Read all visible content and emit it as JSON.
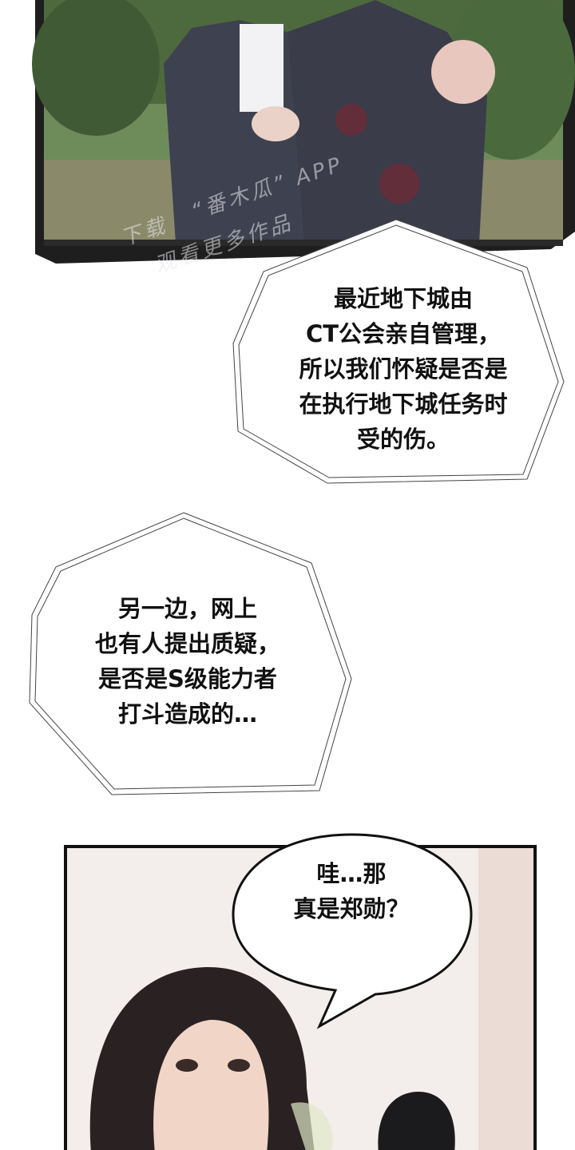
{
  "panels": {
    "tv_panel": {
      "watermark": {
        "line1": "“番木瓜” APP",
        "line2": "下载",
        "line3": "观看更多作品"
      }
    },
    "bubble_1": {
      "text": "最近地下城由\nCT公会亲自管理，\n所以我们怀疑是否是\n在执行地下城任务时\n受的伤。"
    },
    "bubble_2": {
      "text": "另一边，网上\n也有人提出质疑，\n是否是S级能力者\n打斗造成的…"
    },
    "bubble_3": {
      "text": "哇…那\n真是郑勋？"
    }
  },
  "colors": {
    "tv_frame": "#1e1e1e",
    "tree_green": "#5b7a45",
    "suit": "#3e4150",
    "blood": "#8a1f2a",
    "bottom_bg": "#f3eeeb"
  }
}
